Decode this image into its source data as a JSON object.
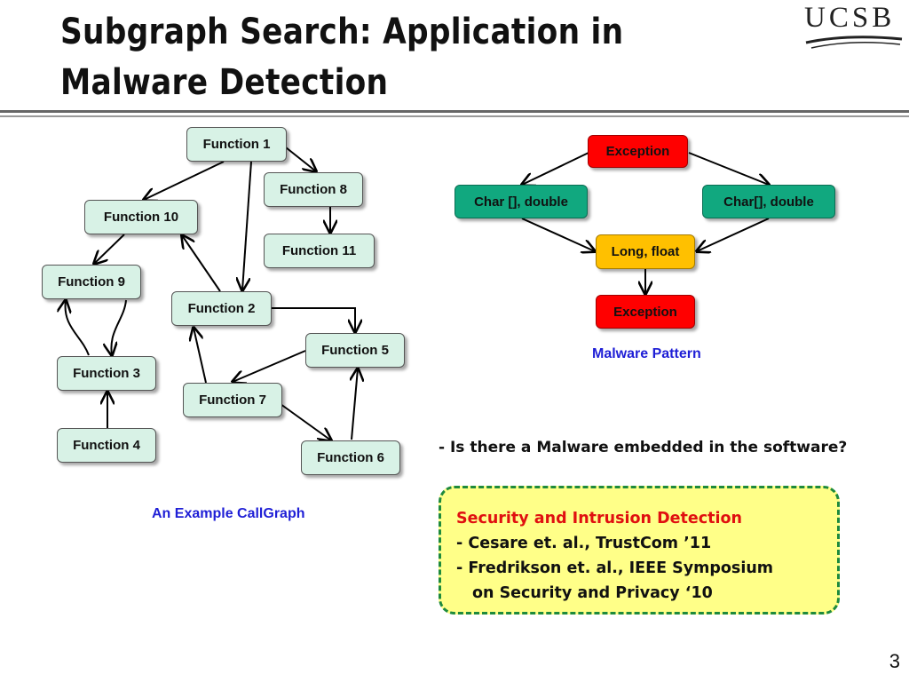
{
  "slide": {
    "title_line1": "Subgraph Search: Application in",
    "title_line2": "Malware Detection",
    "logo": "UCSB",
    "page_number": "3"
  },
  "callgraph": {
    "caption": "An Example CallGraph",
    "nodes": {
      "f1": "Function 1",
      "f2": "Function 2",
      "f3": "Function 3",
      "f4": "Function 4",
      "f5": "Function 5",
      "f6": "Function 6",
      "f7": "Function 7",
      "f8": "Function 8",
      "f9": "Function 9",
      "f10": "Function 10",
      "f11": "Function 11"
    }
  },
  "pattern": {
    "caption": "Malware Pattern",
    "nodes": {
      "exception_top": "Exception",
      "char_left": "Char [], double",
      "char_right": "Char[], double",
      "long_float": "Long, float",
      "exception_bottom": "Exception"
    },
    "colors": {
      "exception": "#ff0000",
      "char": "#11a87f",
      "long": "#ffc000"
    }
  },
  "question": "- Is there a Malware embedded in the software?",
  "references": {
    "heading": "Security and Intrusion Detection",
    "items": [
      "- Cesare et. al., TrustCom ’11",
      "- Fredrikson et. al., IEEE Symposium"
    ],
    "item2_cont": "on Security and Privacy ‘10"
  }
}
